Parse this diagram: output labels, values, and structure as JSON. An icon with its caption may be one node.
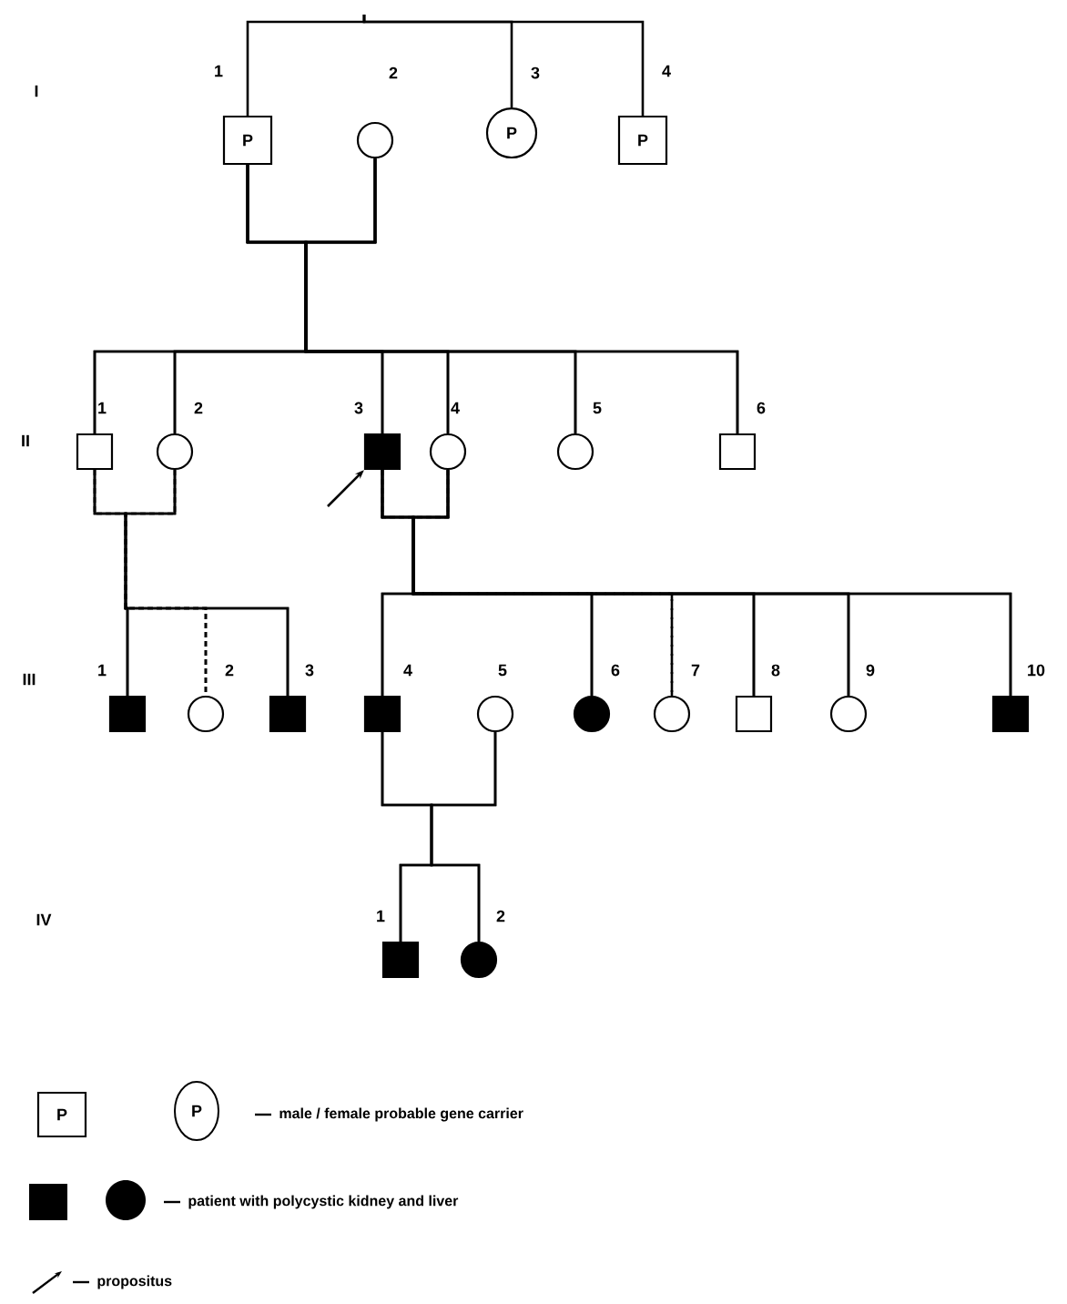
{
  "diagram": {
    "nodes": [
      {
        "text": [
          "P"
        ],
        "beside": [
          "1"
        ]
      },
      {
        "text": [],
        "shape": "circle",
        "beside": [
          "2"
        ]
      },
      {
        "text": [
          "P"
        ],
        "beside": [
          "3"
        ]
      },
      {
        "text": [
          "P"
        ],
        "beside": [
          "4"
        ]
      },
      {
        "text": [],
        "shape": "square",
        "beside": [
          "1"
        ]
      },
      {
        "text": [],
        "shape": "circle",
        "beside": [
          "2"
        ]
      },
      {
        "text": [],
        "shape": "filled-square",
        "beside": [
          "3"
        ]
      },
      {
        "text": [],
        "shape": "circle",
        "beside": [
          "4"
        ]
      },
      {
        "text": [],
        "shape": "circle",
        "beside": [
          "5"
        ]
      },
      {
        "text": [],
        "shape": "square",
        "beside": [
          "6"
        ]
      },
      {
        "text": [],
        "shape": "filled-square",
        "beside": [
          "1"
        ]
      },
      {
        "text": [],
        "shape": "circle",
        "beside": [
          "2"
        ]
      },
      {
        "text": [],
        "shape": "filled-square",
        "beside": [
          "3"
        ]
      },
      {
        "text": [],
        "shape": "filled-square",
        "beside": [
          "4"
        ]
      },
      {
        "text": [],
        "shape": "circle",
        "beside": [
          "5"
        ]
      },
      {
        "text": [],
        "shape": "filled-circle",
        "beside": [
          "6"
        ]
      },
      {
        "text": [],
        "shape": "circle",
        "beside": [
          "7"
        ]
      },
      {
        "text": [],
        "shape": "square",
        "beside": [
          "8"
        ]
      },
      {
        "text": [],
        "shape": "circle",
        "beside": [
          "9"
        ]
      },
      {
        "text": [],
        "shape": "filled-square",
        "beside": [
          "10"
        ]
      },
      {
        "text": [],
        "shape": "filled-square",
        "beside": [
          "1"
        ]
      },
      {
        "text": [],
        "shape": "filled-circle",
        "beside": [
          "2"
        ]
      }
    ],
    "edges": [
      {
        "from": null,
        "to": 0,
        "arrow": "none"
      },
      {
        "from": null,
        "to": 2,
        "arrow": "none"
      },
      {
        "from": null,
        "to": 3,
        "arrow": "none"
      },
      {
        "from": 0,
        "to": 4,
        "arrow": "none"
      },
      {
        "from": 1,
        "to": 4,
        "arrow": "none"
      },
      {
        "from": 0,
        "to": 5,
        "arrow": "none"
      },
      {
        "from": 1,
        "to": 5,
        "arrow": "none"
      },
      {
        "from": 0,
        "to": 6,
        "arrow": "none"
      },
      {
        "from": 1,
        "to": 6,
        "arrow": "none"
      },
      {
        "from": 0,
        "to": 7,
        "arrow": "none"
      },
      {
        "from": 1,
        "to": 7,
        "arrow": "none"
      },
      {
        "from": 0,
        "to": 8,
        "arrow": "none"
      },
      {
        "from": 1,
        "to": 8,
        "arrow": "none"
      },
      {
        "from": 0,
        "to": 9,
        "arrow": "none"
      },
      {
        "from": 1,
        "to": 9,
        "arrow": "none"
      },
      {
        "from": 4,
        "to": 10,
        "arrow": "none"
      },
      {
        "from": 5,
        "to": 10,
        "arrow": "none"
      },
      {
        "from": 4,
        "to": 11,
        "arrow": "none",
        "style": "dashed"
      },
      {
        "from": 5,
        "to": 11,
        "arrow": "none",
        "style": "dashed"
      },
      {
        "from": 4,
        "to": 12,
        "arrow": "none"
      },
      {
        "from": 5,
        "to": 12,
        "arrow": "none"
      },
      {
        "from": 6,
        "to": 13,
        "arrow": "none"
      },
      {
        "from": 7,
        "to": 13,
        "arrow": "none"
      },
      {
        "from": 6,
        "to": 15,
        "arrow": "none"
      },
      {
        "from": 7,
        "to": 15,
        "arrow": "none"
      },
      {
        "from": 6,
        "to": 16,
        "arrow": "none",
        "style": "dashed"
      },
      {
        "from": 7,
        "to": 16,
        "arrow": "none",
        "style": "dashed"
      },
      {
        "from": 6,
        "to": 17,
        "arrow": "none"
      },
      {
        "from": 7,
        "to": 17,
        "arrow": "none"
      },
      {
        "from": 6,
        "to": 18,
        "arrow": "none"
      },
      {
        "from": 7,
        "to": 18,
        "arrow": "none"
      },
      {
        "from": 6,
        "to": 19,
        "arrow": "none"
      },
      {
        "from": 7,
        "to": 19,
        "arrow": "none"
      },
      {
        "from": 13,
        "to": 20,
        "arrow": "none"
      },
      {
        "from": 14,
        "to": 20,
        "arrow": "none"
      },
      {
        "from": 13,
        "to": 21,
        "arrow": "none"
      },
      {
        "from": 14,
        "to": 21,
        "arrow": "none"
      },
      {
        "from": null,
        "to": 6,
        "arrow": "to"
      }
    ],
    "labels": [
      "I",
      "II",
      "III",
      "IV",
      "P",
      "P"
    ],
    "legend": [
      {
        "text": "male / female probable gene carrier"
      },
      {
        "text": "patient with polycystic kidney and liver"
      },
      {
        "text": "propositus"
      }
    ]
  }
}
